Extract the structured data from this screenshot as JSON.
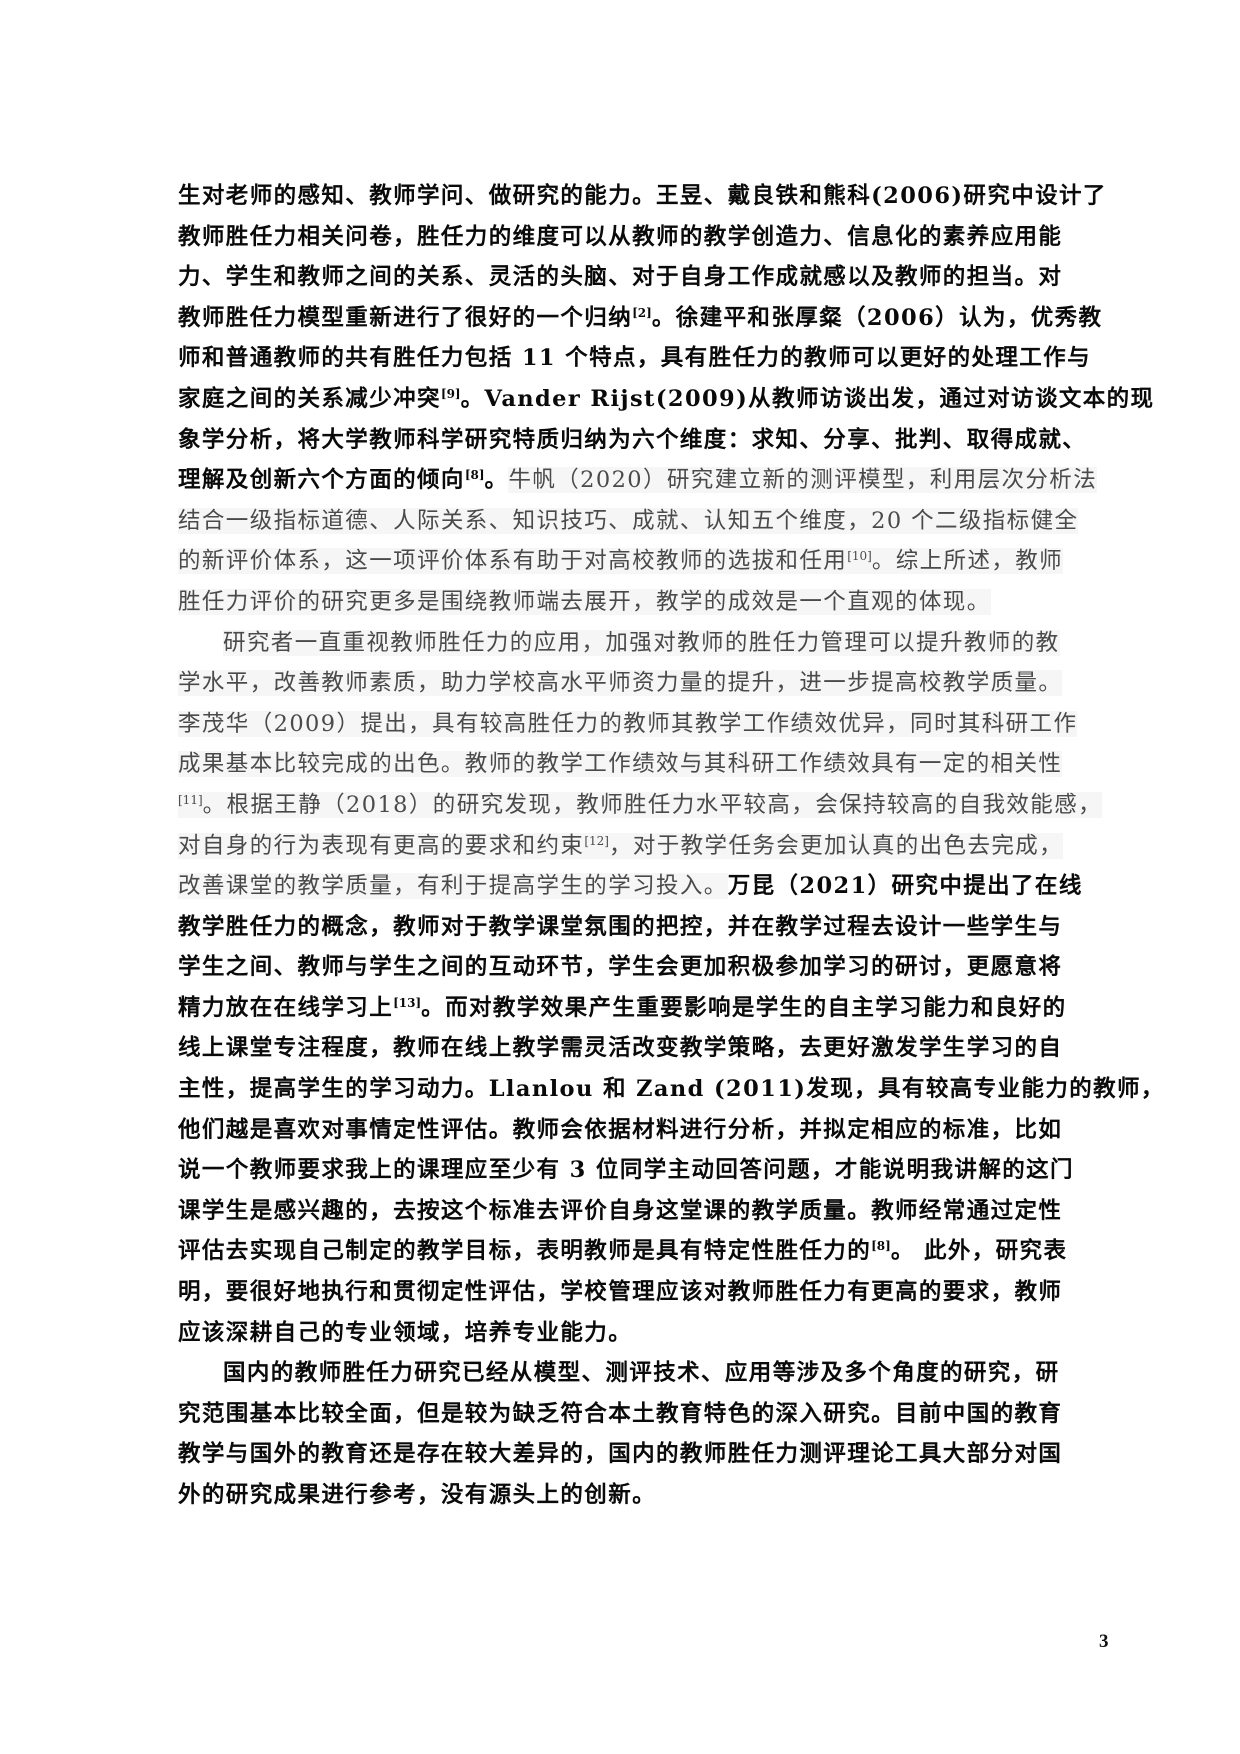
{
  "page": {
    "page_number": "3",
    "text_colors": {
      "bold": "#0a0a0a",
      "light": "#4a4a4a",
      "light_highlight": "#f6f6f6"
    },
    "lines": [
      {
        "indent": false,
        "segments": [
          {
            "style": "bold",
            "text": "生对老师的感知、教师学问、做研究的能力。王昱、戴良铁和熊科(2006)研究中设计了"
          }
        ]
      },
      {
        "indent": false,
        "segments": [
          {
            "style": "bold",
            "text": "教师胜任力相关问卷，胜任力的维度可以从教师的教学创造力、信息化的素养应用能"
          }
        ]
      },
      {
        "indent": false,
        "segments": [
          {
            "style": "bold",
            "text": "力、学生和教师之间的关系、灵活的头脑、对于自身工作成就感以及教师的担当。对"
          }
        ]
      },
      {
        "indent": false,
        "segments": [
          {
            "style": "bold",
            "text": "教师胜任力模型重新进行了很好的一个归纳",
            "sup": "[2]",
            "after": "。徐建平和张厚粲（2006）认为，优秀教"
          }
        ]
      },
      {
        "indent": false,
        "segments": [
          {
            "style": "bold",
            "text": "师和普通教师的共有胜任力包括 11 个特点，具有胜任力的教师可以更好的处理工作与"
          }
        ]
      },
      {
        "indent": false,
        "segments": [
          {
            "style": "bold",
            "text": "家庭之间的关系减少冲突",
            "sup": "[9]",
            "after": "。Vander Rijst(2009)从教师访谈出发，通过对访谈文本的现"
          }
        ]
      },
      {
        "indent": false,
        "segments": [
          {
            "style": "bold",
            "text": "象学分析，将大学教师科学研究特质归纳为六个维度：求知、分享、批判、取得成就、"
          }
        ]
      },
      {
        "indent": false,
        "segments": [
          {
            "style": "bold",
            "text": "理解及创新六个方面的倾向",
            "sup": "[8]",
            "after": "。"
          },
          {
            "style": "light",
            "text": "牛帆（2020）研究建立新的测评模型，利用层次分析法"
          }
        ]
      },
      {
        "indent": false,
        "segments": [
          {
            "style": "light",
            "text": "结合一级指标道德、人际关系、知识技巧、成就、认知五个维度，20 个二级指标健全"
          }
        ]
      },
      {
        "indent": false,
        "segments": [
          {
            "style": "light",
            "text": "的新评价体系，这一项评价体系有助于对高校教师的选拔和任用",
            "sup": "[10]",
            "after": "。综上所述，教师"
          }
        ]
      },
      {
        "indent": false,
        "segments": [
          {
            "style": "light",
            "text": "胜任力评价的研究更多是围绕教师端去展开，教学的成效是一个直观的体现。"
          }
        ]
      },
      {
        "indent": true,
        "segments": [
          {
            "style": "light",
            "text": "研究者一直重视教师胜任力的应用，加强对教师的胜任力管理可以提升教师的教"
          }
        ]
      },
      {
        "indent": false,
        "segments": [
          {
            "style": "light",
            "text": "学水平，改善教师素质，助力学校高水平师资力量的提升，进一步提高校教学质量。"
          }
        ]
      },
      {
        "indent": false,
        "segments": [
          {
            "style": "light",
            "text": "李茂华（2009）提出，具有较高胜任力的教师其教学工作绩效优异，同时其科研工作"
          }
        ]
      },
      {
        "indent": false,
        "segments": [
          {
            "style": "light",
            "text": "成果基本比较完成的出色。教师的教学工作绩效与其科研工作绩效具有一定的相关性"
          }
        ]
      },
      {
        "indent": false,
        "segments": [
          {
            "style": "light",
            "text": "",
            "sup": "[11]",
            "after": "。根据王静（2018）的研究发现，教师胜任力水平较高，会保持较高的自我效能感，"
          }
        ]
      },
      {
        "indent": false,
        "segments": [
          {
            "style": "light",
            "text": "对自身的行为表现有更高的要求和约束",
            "sup": "[12]",
            "after": "，对于教学任务会更加认真的出色去完成，"
          }
        ]
      },
      {
        "indent": false,
        "segments": [
          {
            "style": "light",
            "text": "改善课堂的教学质量，有利于提高学生的学习投入。"
          },
          {
            "style": "bold",
            "text": "万昆（2021）研究中提出了在线"
          }
        ]
      },
      {
        "indent": false,
        "segments": [
          {
            "style": "bold",
            "text": "教学胜任力的概念，教师对于教学课堂氛围的把控，并在教学过程去设计一些学生与"
          }
        ]
      },
      {
        "indent": false,
        "segments": [
          {
            "style": "bold",
            "text": "学生之间、教师与学生之间的互动环节，学生会更加积极参加学习的研讨，更愿意将"
          }
        ]
      },
      {
        "indent": false,
        "segments": [
          {
            "style": "bold",
            "text": "精力放在在线学习上",
            "sup": "[13]",
            "after": "。而对教学效果产生重要影响是学生的自主学习能力和良好的"
          }
        ]
      },
      {
        "indent": false,
        "segments": [
          {
            "style": "bold",
            "text": "线上课堂专注程度，教师在线上教学需灵活改变教学策略，去更好激发学生学习的自"
          }
        ]
      },
      {
        "indent": false,
        "segments": [
          {
            "style": "bold",
            "text": "主性，提高学生的学习动力。Llanlou 和 Zand (2011)发现，具有较高专业能力的教师，"
          }
        ]
      },
      {
        "indent": false,
        "segments": [
          {
            "style": "bold",
            "text": "他们越是喜欢对事情定性评估。教师会依据材料进行分析，并拟定相应的标准，比如"
          }
        ]
      },
      {
        "indent": false,
        "segments": [
          {
            "style": "bold",
            "text": "说一个教师要求我上的课理应至少有 3 位同学主动回答问题，才能说明我讲解的这门"
          }
        ]
      },
      {
        "indent": false,
        "segments": [
          {
            "style": "bold",
            "text": "课学生是感兴趣的，去按这个标准去评价自身这堂课的教学质量。教师经常通过定性"
          }
        ]
      },
      {
        "indent": false,
        "segments": [
          {
            "style": "bold",
            "text": "评估去实现自己制定的教学目标，表明教师是具有特定性胜任力的",
            "sup": "[8]",
            "after": "。 此外，研究表"
          }
        ]
      },
      {
        "indent": false,
        "segments": [
          {
            "style": "bold",
            "text": "明，要很好地执行和贯彻定性评估，学校管理应该对教师胜任力有更高的要求，教师"
          }
        ]
      },
      {
        "indent": false,
        "segments": [
          {
            "style": "bold",
            "text": "应该深耕自己的专业领域，培养专业能力。"
          }
        ]
      },
      {
        "indent": true,
        "segments": [
          {
            "style": "bold",
            "text": "国内的教师胜任力研究已经从模型、测评技术、应用等涉及多个角度的研究，研"
          }
        ]
      },
      {
        "indent": false,
        "segments": [
          {
            "style": "bold",
            "text": "究范围基本比较全面，但是较为缺乏符合本土教育特色的深入研究。目前中国的教育"
          }
        ]
      },
      {
        "indent": false,
        "segments": [
          {
            "style": "bold",
            "text": "教学与国外的教育还是存在较大差异的，国内的教师胜任力测评理论工具大部分对国"
          }
        ]
      },
      {
        "indent": false,
        "segments": [
          {
            "style": "bold",
            "text": "外的研究成果进行参考，没有源头上的创新。"
          }
        ]
      }
    ]
  }
}
